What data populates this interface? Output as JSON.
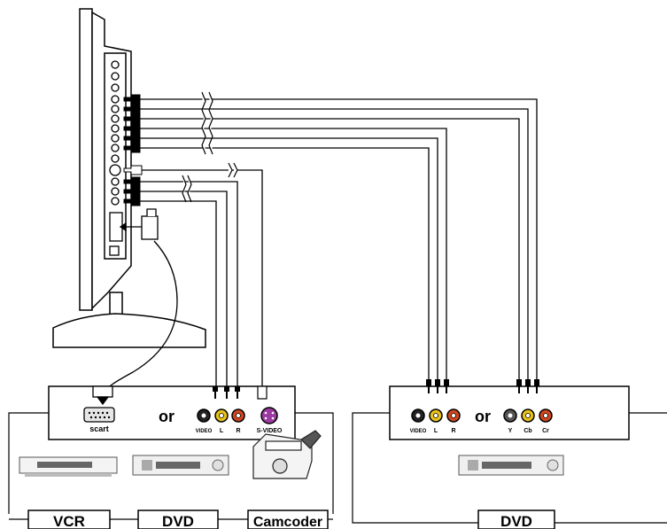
{
  "left_box": {
    "port_labels": {
      "scart": "scart",
      "video": "VIDEO",
      "l": "L",
      "r": "R",
      "svideo": "S-VIDEO"
    },
    "or_label": "or"
  },
  "right_box": {
    "port_labels": {
      "video": "VIDEO",
      "l": "L",
      "r": "R",
      "y": "Y",
      "cb": "Cb",
      "cr": "Cr"
    },
    "or_label": "or"
  },
  "devices": {
    "vcr": "VCR",
    "dvd_left": "DVD",
    "camcorder": "Camcoder",
    "dvd_right": "DVD"
  },
  "colors": {
    "video_jack": "#111111",
    "audio_left_jack": "#e8c21a",
    "audio_right_jack": "#d2461e",
    "svideo_jack": "#9b3aa0",
    "y_jack": "#2a8a3c",
    "cb_jack": "#2a4fc0",
    "cr_jack": "#d2461e"
  }
}
